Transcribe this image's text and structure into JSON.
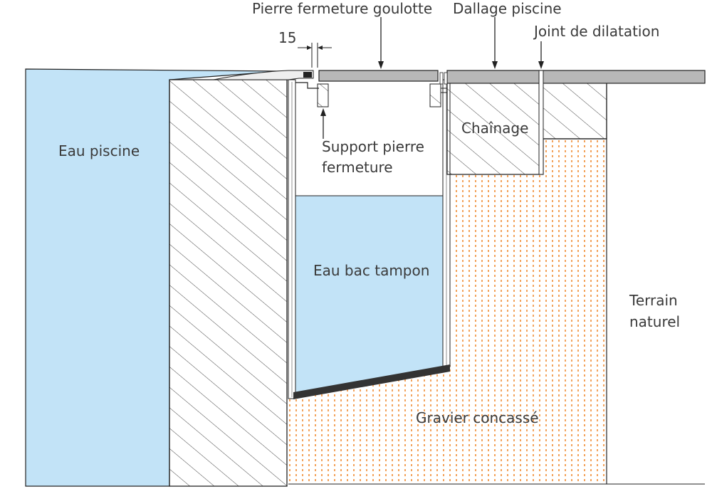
{
  "labels": {
    "pierre_fermeture": "Pierre fermeture goulotte",
    "dallage": "Dallage piscine",
    "joint": "Joint de dilatation",
    "dimension": "15",
    "eau_piscine": "Eau piscine",
    "support_line1": "Support pierre",
    "support_line2": "fermeture",
    "chainage": "Chaînage",
    "eau_bac": "Eau bac tampon",
    "terrain_line1": "Terrain",
    "terrain_line2": "naturel",
    "gravier": "Gravier concassé"
  },
  "colors": {
    "water": "#c2e3f7",
    "gravel_dots": "#f3a35c",
    "hatch": "#444444",
    "slab": "#b8b8b8",
    "liner": "#333333",
    "outline": "#222222"
  }
}
